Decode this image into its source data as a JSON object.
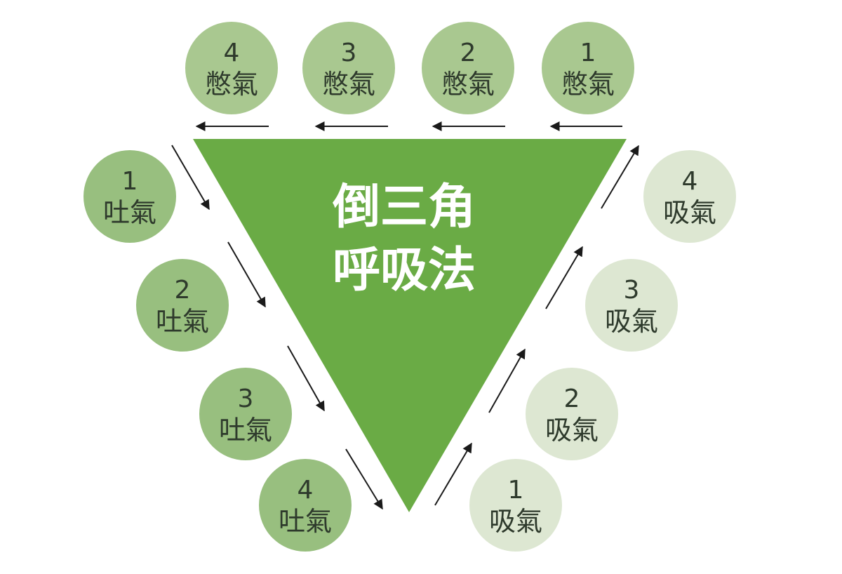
{
  "title": {
    "line1": "倒三角",
    "line2": "呼吸法"
  },
  "colors": {
    "triangle": "#6aab45",
    "hold": "#a9c890",
    "exhale": "#98bf7f",
    "inhale": "#dde7d2",
    "arrow": "#1a1a1a"
  },
  "groups": [
    {
      "name": "hold",
      "label": "憋氣",
      "steps": [
        "1",
        "2",
        "3",
        "4"
      ]
    },
    {
      "name": "exhale",
      "label": "吐氣",
      "steps": [
        "1",
        "2",
        "3",
        "4"
      ]
    },
    {
      "name": "inhale",
      "label": "吸氣",
      "steps": [
        "1",
        "2",
        "3",
        "4"
      ]
    }
  ]
}
